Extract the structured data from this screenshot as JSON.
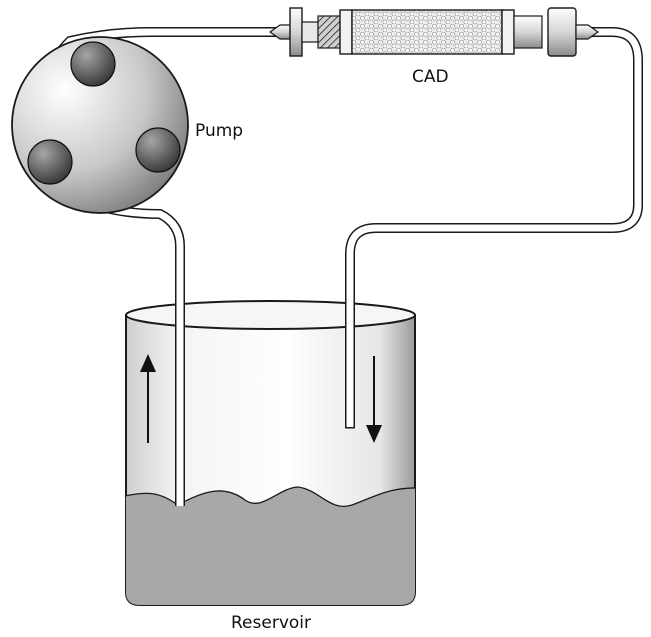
{
  "labels": {
    "pump": "Pump",
    "cad": "CAD",
    "reservoir": "Reservoir"
  },
  "components": {
    "pump": {
      "roller_count": 3
    },
    "flow_arrows": [
      "up",
      "down"
    ]
  },
  "colors": {
    "tube": "#ffffff",
    "outline": "#1a1a1a",
    "liquid": "#a8a8a8",
    "roller": "#555555",
    "cartridge_fill": "#ececec"
  }
}
